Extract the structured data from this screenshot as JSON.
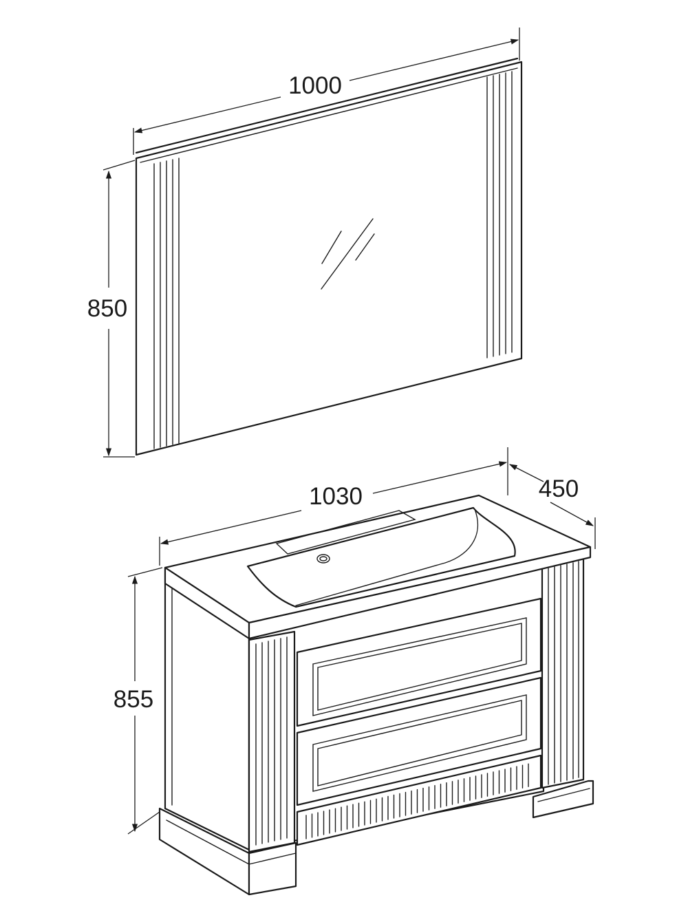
{
  "dimensions": {
    "mirror_width": "1000",
    "mirror_height": "850",
    "vanity_width": "1030",
    "vanity_depth": "450",
    "vanity_height": "855"
  },
  "colors": {
    "line": "#1a1a1a",
    "background": "#ffffff"
  }
}
